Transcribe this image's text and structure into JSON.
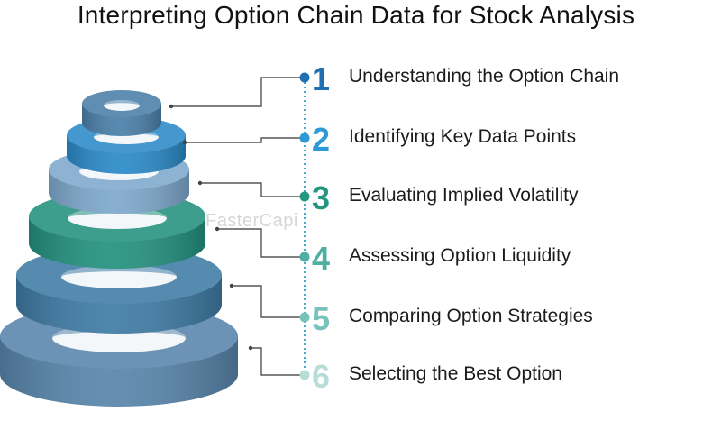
{
  "title": "Interpreting Option Chain Data for Stock Analysis",
  "watermark": "FasterCapi",
  "steps": [
    {
      "number": "1",
      "label": "Understanding the Option Chain",
      "color": "#1f6fb3"
    },
    {
      "number": "2",
      "label": "Identifying Key Data Points",
      "color": "#2d9ad6"
    },
    {
      "number": "3",
      "label": "Evaluating Implied Volatility",
      "color": "#25967f"
    },
    {
      "number": "4",
      "label": "Assessing Option Liquidity",
      "color": "#4fb0a1"
    },
    {
      "number": "5",
      "label": "Comparing Option Strategies",
      "color": "#78c2bc"
    },
    {
      "number": "6",
      "label": "Selecting the Best Option",
      "color": "#b8dcd8"
    }
  ],
  "ring_colors": [
    "#4a7fa8",
    "#2b8ac8",
    "#7ea8cc",
    "#23917e",
    "#3f7ba5",
    "#5885ab"
  ]
}
